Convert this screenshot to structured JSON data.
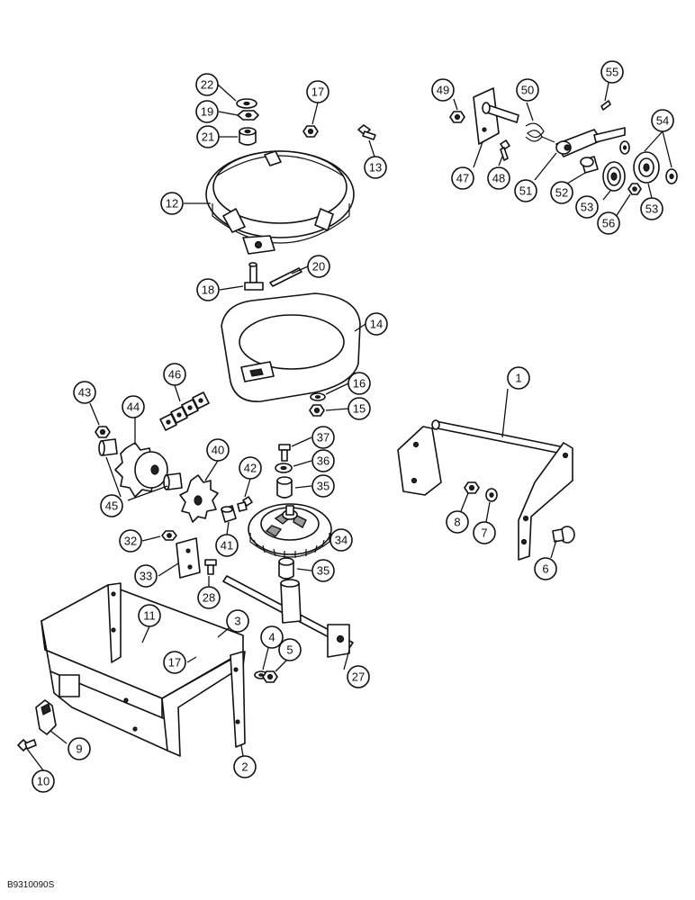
{
  "drawing_code": "B9310090S",
  "callouts": [
    {
      "label": "22"
    },
    {
      "label": "19"
    },
    {
      "label": "21"
    },
    {
      "label": "17"
    },
    {
      "label": "13"
    },
    {
      "label": "12"
    },
    {
      "label": "18"
    },
    {
      "label": "20"
    },
    {
      "label": "14"
    },
    {
      "label": "16"
    },
    {
      "label": "15"
    },
    {
      "label": "43"
    },
    {
      "label": "44"
    },
    {
      "label": "46"
    },
    {
      "label": "45"
    },
    {
      "label": "40"
    },
    {
      "label": "42"
    },
    {
      "label": "41"
    },
    {
      "label": "37"
    },
    {
      "label": "36"
    },
    {
      "label": "35"
    },
    {
      "label": "34"
    },
    {
      "label": "35"
    },
    {
      "label": "32"
    },
    {
      "label": "33"
    },
    {
      "label": "28"
    },
    {
      "label": "11"
    },
    {
      "label": "3"
    },
    {
      "label": "17"
    },
    {
      "label": "4"
    },
    {
      "label": "5"
    },
    {
      "label": "27"
    },
    {
      "label": "2"
    },
    {
      "label": "9"
    },
    {
      "label": "10"
    },
    {
      "label": "49"
    },
    {
      "label": "50"
    },
    {
      "label": "55"
    },
    {
      "label": "54"
    },
    {
      "label": "47"
    },
    {
      "label": "48"
    },
    {
      "label": "51"
    },
    {
      "label": "52"
    },
    {
      "label": "53"
    },
    {
      "label": "56"
    },
    {
      "label": "53"
    },
    {
      "label": "1"
    },
    {
      "label": "8"
    },
    {
      "label": "7"
    },
    {
      "label": "6"
    }
  ]
}
